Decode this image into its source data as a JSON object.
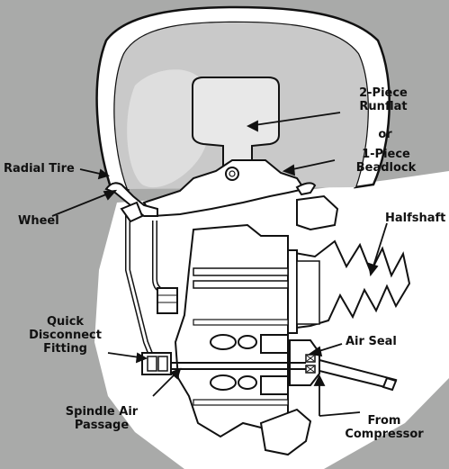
{
  "labels": {
    "runflat_line1": "2-Piece",
    "runflat_line2": "Runflat",
    "or": "or",
    "beadlock_line1": "1-Piece",
    "beadlock_line2": "Beadlock",
    "radial_tire": "Radial Tire",
    "wheel": "Wheel",
    "halfshaft": "Halfshaft",
    "quick_disconnect_line1": "Quick",
    "quick_disconnect_line2": "Disconnect",
    "quick_disconnect_line3": "Fitting",
    "air_seal": "Air Seal",
    "spindle_line1": "Spindle Air",
    "spindle_line2": "Passage",
    "compressor_line1": "From",
    "compressor_line2": "Compressor"
  },
  "colors": {
    "background": "#a9aaa9",
    "cutaway": "#ffffff",
    "tire_inner": "#bdbdbd",
    "outline": "#111111"
  }
}
